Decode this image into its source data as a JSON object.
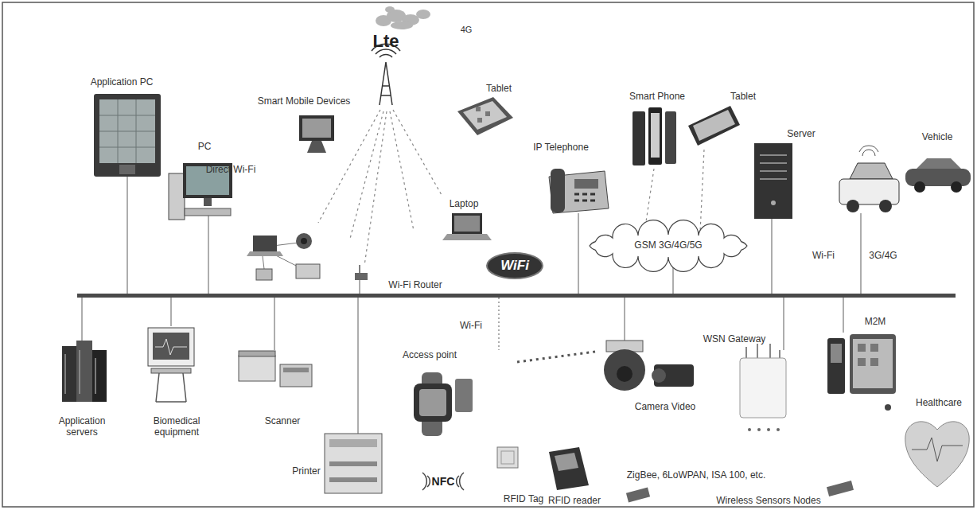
{
  "diagram": {
    "nodes": [
      {
        "text": [
          "GSM 3G/4G/5G"
        ]
      },
      {
        "text": [
          "WiFi"
        ]
      }
    ],
    "labels": [
      "Lte",
      "4G",
      "Application PC",
      "Smart Mobile Devices",
      "Tablet",
      "Smart Phone",
      "Tablet",
      "Server",
      "Vehicle",
      "PC",
      "IP Telephone",
      "Direct Wi-Fi",
      "Laptop",
      "Wi-Fi",
      "3G/4G",
      "Wi-Fi Router",
      "M2M",
      "Wi-Fi",
      "WSN Gateway",
      "Access point",
      "Healthcare",
      "Camera Video",
      "Application servers",
      "Biomedical equipment",
      "Scanner",
      "Printer",
      "ZigBee, 6LoWPAN, ISA 100, etc.",
      "NFC",
      "RFID Tag",
      "RFID reader",
      "Wireless Sensors Nodes"
    ]
  }
}
